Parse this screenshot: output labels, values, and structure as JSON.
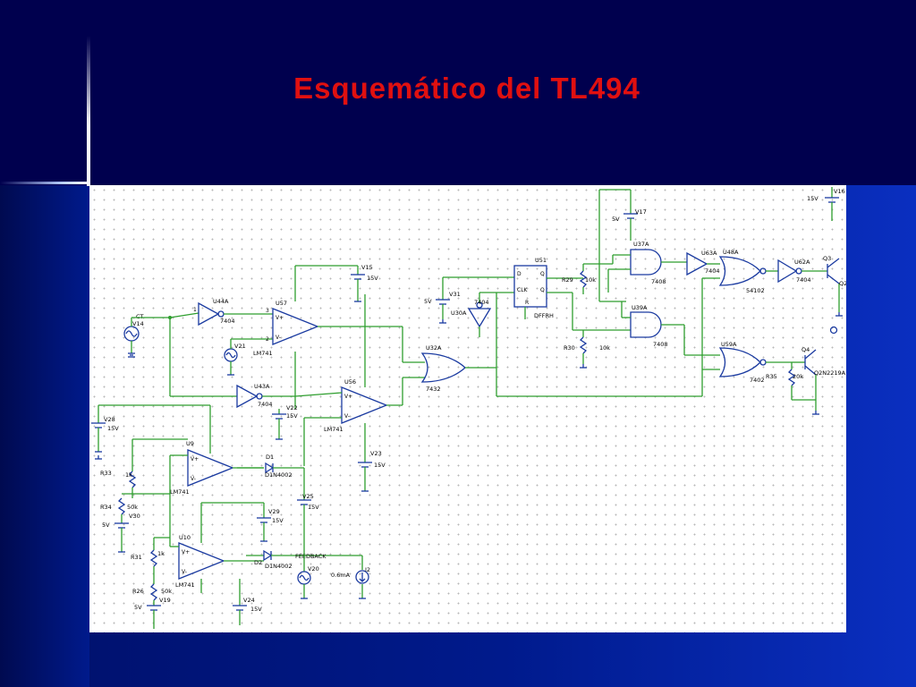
{
  "slide": {
    "title": "Esquemático del TL494"
  },
  "schematic": {
    "labels": {
      "ct": "CT",
      "v14": "V14",
      "u44a": "U44A",
      "u44a_t": "7404",
      "u43a": "U43A",
      "u43a_t": "7404",
      "v21": "V21",
      "u57": "U57",
      "u57_t": "LM741",
      "u56": "U56",
      "u56_t": "LM741",
      "v15": "V15",
      "v15_v": "15V",
      "v22": "V22",
      "v22_v": "15V",
      "v23": "V23",
      "v23_v": "15V",
      "v28": "V28",
      "v28_v": "15V",
      "u9": "U9",
      "u9_t": "LM741",
      "u10": "U10",
      "u10_t": "LM741",
      "r33": "R33",
      "r33_v": "1k",
      "r34": "R34",
      "r34_v": "50k",
      "v30": "V30",
      "v30_v": "5V",
      "r31": "R31",
      "r31_v": "1k",
      "r26": "R26",
      "r26_v": "50k",
      "v19": "V19",
      "v19_v": "5V",
      "d1": "D1",
      "d1_t": "D1N4002",
      "d2": "D2",
      "d2_t": "D1N4002",
      "v25": "V25",
      "v25_v": "15V",
      "v29": "V29",
      "v29_v": "15V",
      "v24": "V24",
      "v24_v": "15V",
      "feedback": "FEEDBACK",
      "v20": "V20",
      "i2": "I2",
      "i2_v": "0.6mA",
      "u32a": "U32A",
      "u32a_t": "7432",
      "v31": "V31",
      "v31_v": "5V",
      "u30a": "U30A",
      "u30a_t": "7404",
      "u51": "U51",
      "u51_t": "DFFRH",
      "r29": "R29",
      "r29_v": "10k",
      "r30": "R30",
      "r30_v": "10k",
      "v17": "V17",
      "v17_v": "5V",
      "u37a": "U37A",
      "u37a_t": "7408",
      "u39a": "U39A",
      "u39a_t": "7408",
      "u63a": "U63A",
      "u63a_t": "7404",
      "u48a": "U48A",
      "u48a_t": "54102",
      "u59a": "U59A",
      "u59a_t": "7402",
      "u62a": "U62A",
      "u62a_t": "7404",
      "v16": "V16",
      "v16_v": "15V",
      "q3": "Q3",
      "q4": "Q4",
      "q4_t": "Q2N2219A",
      "r35": "R35",
      "r35_v": "20k",
      "q2": "Q2"
    }
  }
}
